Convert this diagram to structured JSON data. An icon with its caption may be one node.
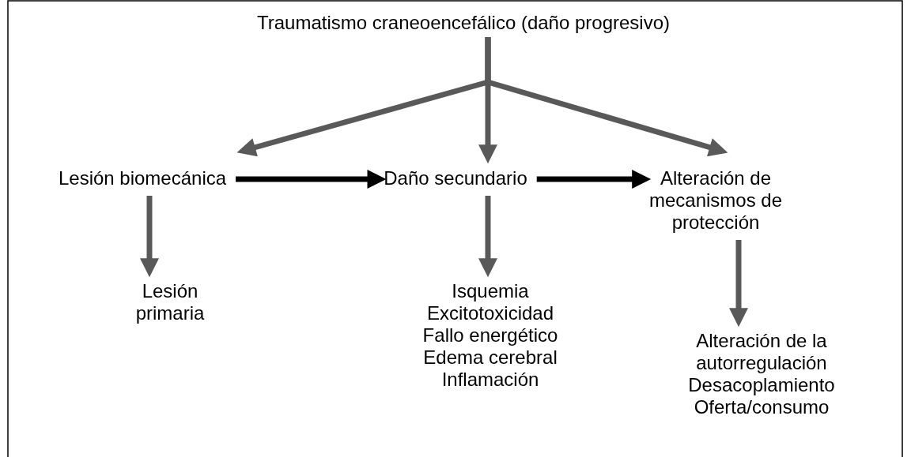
{
  "diagram": {
    "nodes": [
      {
        "text": [
          "Traumatismo craneoencefálico (daño progresivo)"
        ]
      },
      {
        "text": [
          "Lesión biomecánica"
        ]
      },
      {
        "text": [
          "Daño secundario"
        ]
      },
      {
        "text": [
          "Alteración de mecanismos de protección"
        ]
      },
      {
        "text": [
          "Lesión primaria"
        ]
      },
      {
        "text": [
          "Isquemia",
          "Excitotoxicidad",
          "Fallo energético",
          "Edema cerebral",
          "Inflamación"
        ]
      },
      {
        "text": [
          "Alteración de la autorregulación",
          "Desacoplamiento Oferta/consumo"
        ]
      }
    ],
    "edges": [
      {
        "from": 0,
        "to": 1,
        "arrow": "to"
      },
      {
        "from": 0,
        "to": 2,
        "arrow": "to"
      },
      {
        "from": 0,
        "to": 3,
        "arrow": "to"
      },
      {
        "from": 1,
        "to": 2,
        "arrow": "to",
        "color": "#000000"
      },
      {
        "from": 2,
        "to": 3,
        "arrow": "to",
        "color": "#000000"
      },
      {
        "from": 1,
        "to": 4,
        "arrow": "to"
      },
      {
        "from": 2,
        "to": 5,
        "arrow": "to"
      },
      {
        "from": 3,
        "to": 6,
        "arrow": "to"
      }
    ]
  }
}
